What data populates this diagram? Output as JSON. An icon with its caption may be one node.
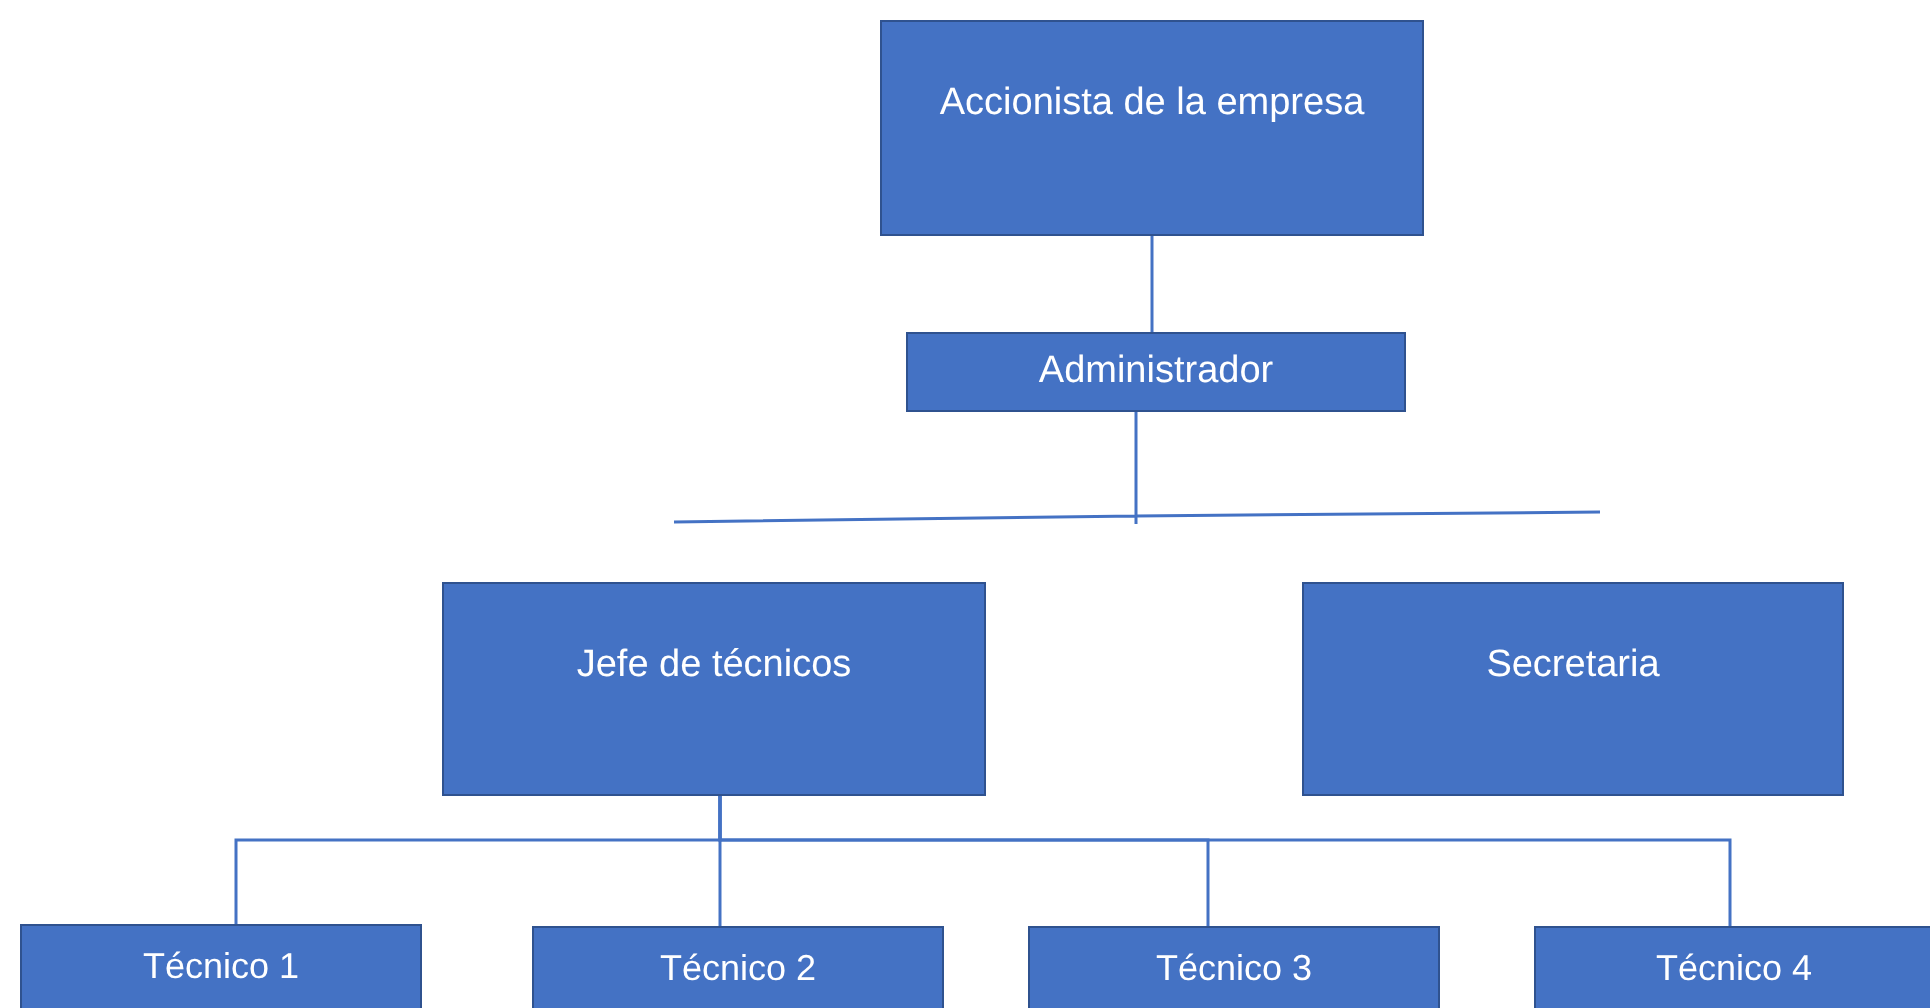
{
  "diagram": {
    "nodes": [
      {
        "text": [
          "Accionista de la empresa"
        ]
      },
      {
        "text": [
          "Administrador"
        ]
      },
      {
        "text": [
          "Jefe de técnicos"
        ]
      },
      {
        "text": [
          "Secretaria"
        ]
      },
      {
        "text": [
          "Técnico 1"
        ]
      },
      {
        "text": [
          "Técnico 2"
        ]
      },
      {
        "text": [
          "Técnico 3"
        ]
      },
      {
        "text": [
          "Técnico 4"
        ]
      }
    ],
    "edges": [
      {
        "from": 0,
        "to": 1,
        "arrow": "none"
      },
      {
        "from": 2,
        "to": 4,
        "arrow": "none"
      },
      {
        "from": 2,
        "to": 5,
        "arrow": "none"
      },
      {
        "from": 2,
        "to": 6,
        "arrow": "none"
      },
      {
        "from": 2,
        "to": 7,
        "arrow": "none"
      }
    ]
  }
}
